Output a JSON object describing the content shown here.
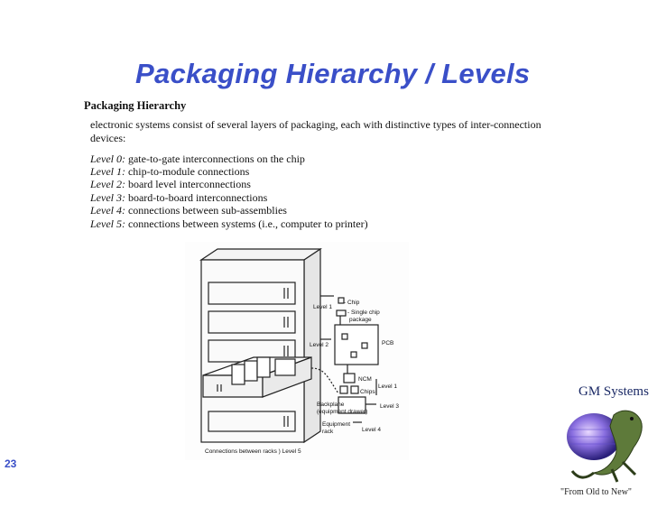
{
  "slide": {
    "title": "Packaging Hierarchy / Levels",
    "page_number": "23"
  },
  "content": {
    "heading": "Packaging Hierarchy",
    "intro": "electronic systems consist of several layers of packaging, each with distinctive types of inter-connection devices:",
    "levels": [
      {
        "label": "Level 0:",
        "text": " gate-to-gate interconnections on the chip"
      },
      {
        "label": "Level 1:",
        "text": " chip-to-module connections"
      },
      {
        "label": "Level 2:",
        "text": " board level interconnections"
      },
      {
        "label": "Level 3:",
        "text": " board-to-board interconnections"
      },
      {
        "label": "Level 4:",
        "text": " connections between sub-assemblies"
      },
      {
        "label": "Level 5:",
        "text": " connections between systems (i.e., computer to printer)"
      }
    ]
  },
  "figure": {
    "labels": {
      "chip": "- Chip",
      "single_chip_package": "- Single chip",
      "single_chip_package2": "package",
      "level1_top": "Level 1",
      "level2": "Level 2",
      "pcb": "PCB",
      "ncm": "NCM",
      "chips": "Chips",
      "level1_right": "Level 1",
      "backplane": "Backplane",
      "equipment_drawer": "(equipment drawer)",
      "level3": "Level 3",
      "equipment": "Equipment",
      "rack": "rack",
      "level4": "Level 4",
      "connections_between_racks": "Connections between racks ) Level 5"
    }
  },
  "logo": {
    "name": "GM Systems",
    "tagline": "\"From Old to New\""
  }
}
